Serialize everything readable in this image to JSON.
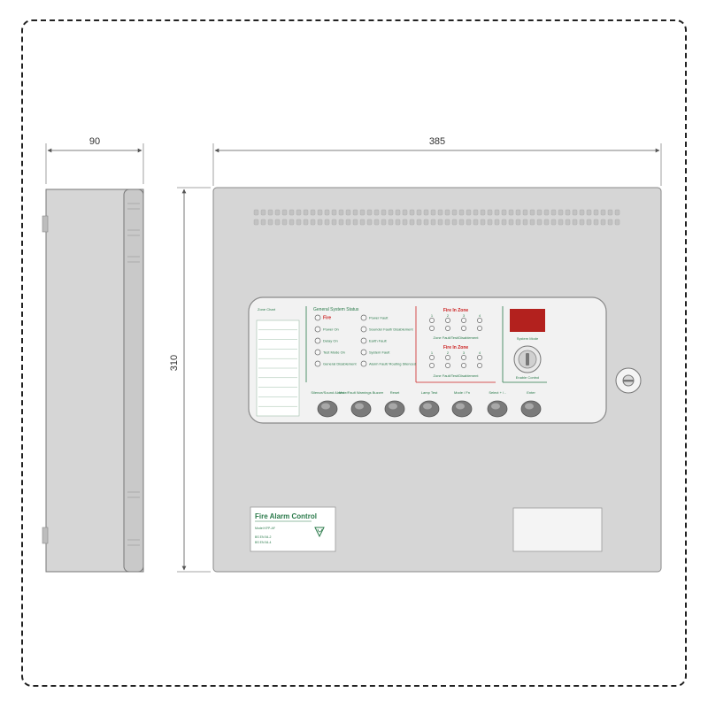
{
  "dimensions": {
    "depth": "90",
    "width": "385",
    "height": "310"
  },
  "panel": {
    "zone_chart_label": "Zone Chart",
    "general_status_title": "General System Status",
    "status_left": [
      "Fire",
      "Power On",
      "Delay On",
      "Test Mode On",
      "General Disablement"
    ],
    "status_right": [
      "Power Fault",
      "Sounder Fault/ Disablement",
      "Earth Fault",
      "System Fault",
      "Alarm Fault/ Routing Silenced"
    ],
    "fire_in_zone_title": "Fire In Zone",
    "zone_fault_label": "Zone Fault/Test/Disablement",
    "zone_numbers": [
      "1",
      "2",
      "3",
      "4"
    ],
    "system_mode_label": "System Mode",
    "enable_control_label": "Enable Control",
    "buttons": [
      "Silence/Sound Alarm",
      "Mute/Fault Warnings Buzzer",
      "Reset",
      "Lamp Test",
      "Mode / Fn",
      "Select + / -",
      "Enter"
    ]
  },
  "label_plate": {
    "title": "Fire Alarm Control",
    "lines": [
      "Model KFP-AF",
      "BS EN 54-2",
      "BS EN 54-4"
    ]
  },
  "colors": {
    "housing": "#d6d6d6",
    "panel_fill": "#f2f2f2",
    "accent_green": "#2a7a4a",
    "accent_red": "#cc2222",
    "led_display": "#b3211e"
  }
}
